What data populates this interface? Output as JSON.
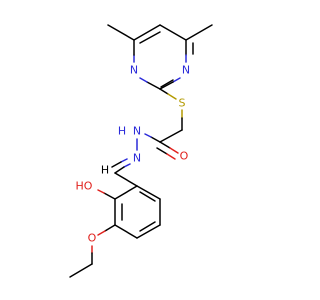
{
  "colors": {
    "bond": "#000000",
    "N": "#2b2bd9",
    "O": "#e0211d",
    "S": "#b39a00",
    "background": "#ffffff"
  },
  "labels": {
    "n_ring_left": "N",
    "n_ring_right": "N",
    "s": "S",
    "nh": "N",
    "h_of_nh": "H",
    "o_carbonyl": "O",
    "n_imine": "N",
    "h_imine": "H",
    "ho": "HO",
    "o_ether": "O"
  }
}
